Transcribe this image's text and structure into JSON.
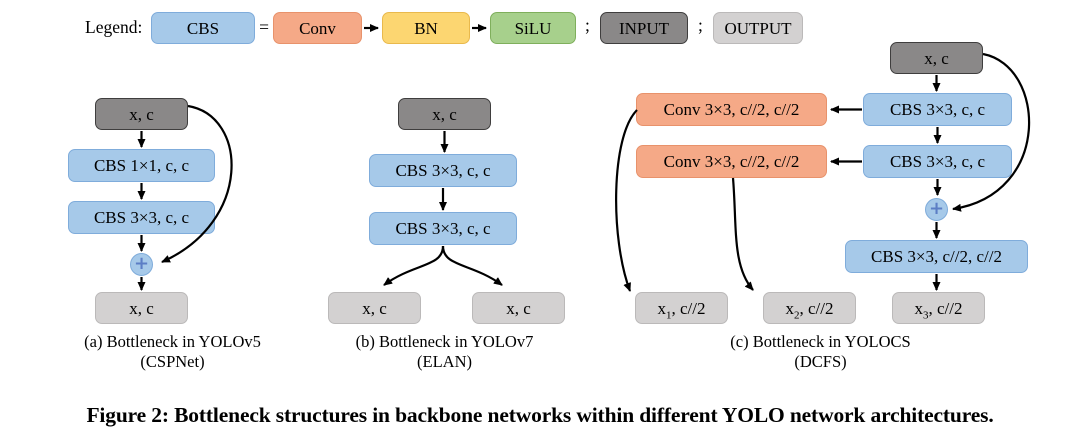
{
  "legend": {
    "label": "Legend:",
    "cbs": "CBS",
    "equals": "=",
    "conv": "Conv",
    "bn": "BN",
    "silu": "SiLU",
    "separator1": ";",
    "input": "INPUT",
    "separator2": ";",
    "output": "OUTPUT"
  },
  "colors": {
    "cbs_fill": "#A6C9E9",
    "cbs_border": "#7FACDB",
    "conv_fill": "#F5A987",
    "conv_border": "#E8926B",
    "bn_fill": "#FCD671",
    "bn_border": "#E9B94C",
    "silu_fill": "#A7D08C",
    "silu_border": "#7FAF5C",
    "input_fill": "#8A8888",
    "input_border": "#3F3E3E",
    "output_fill": "#D3D1D1",
    "output_border": "#BBB9B9",
    "arrow": "#000000",
    "plus_symbol": "#5C7EC5"
  },
  "diagrams": {
    "a": {
      "input": "x, c",
      "cbs1": "CBS 1×1, c, c",
      "cbs2": "CBS 3×3, c, c",
      "plus": "+",
      "output": "x, c",
      "caption": "(a) Bottleneck in YOLOv5",
      "subcaption": "(CSPNet)"
    },
    "b": {
      "input": "x, c",
      "cbs1": "CBS 3×3, c, c",
      "cbs2": "CBS 3×3, c, c",
      "output_left": "x, c",
      "output_right": "x, c",
      "caption": "(b) Bottleneck in YOLOv7",
      "subcaption": "(ELAN)"
    },
    "c": {
      "input": "x, c",
      "cbs1": "CBS 3×3, c, c",
      "cbs2": "CBS 3×3, c, c",
      "conv1": "Conv 3×3, c//2, c//2",
      "conv2": "Conv 3×3, c//2, c//2",
      "plus": "+",
      "cbs3": "CBS 3×3, c//2, c//2",
      "output1": {
        "base": "x",
        "sub": "1",
        "rest": ", c//2"
      },
      "output2": {
        "base": "x",
        "sub": "2",
        "rest": ", c//2"
      },
      "output3": {
        "base": "x",
        "sub": "3",
        "rest": ", c//2"
      },
      "caption": "(c) Bottleneck in YOLOCS",
      "subcaption": "(DCFS)"
    }
  },
  "figure_caption": "Figure 2: Bottleneck structures in backbone networks within different YOLO network architectures."
}
